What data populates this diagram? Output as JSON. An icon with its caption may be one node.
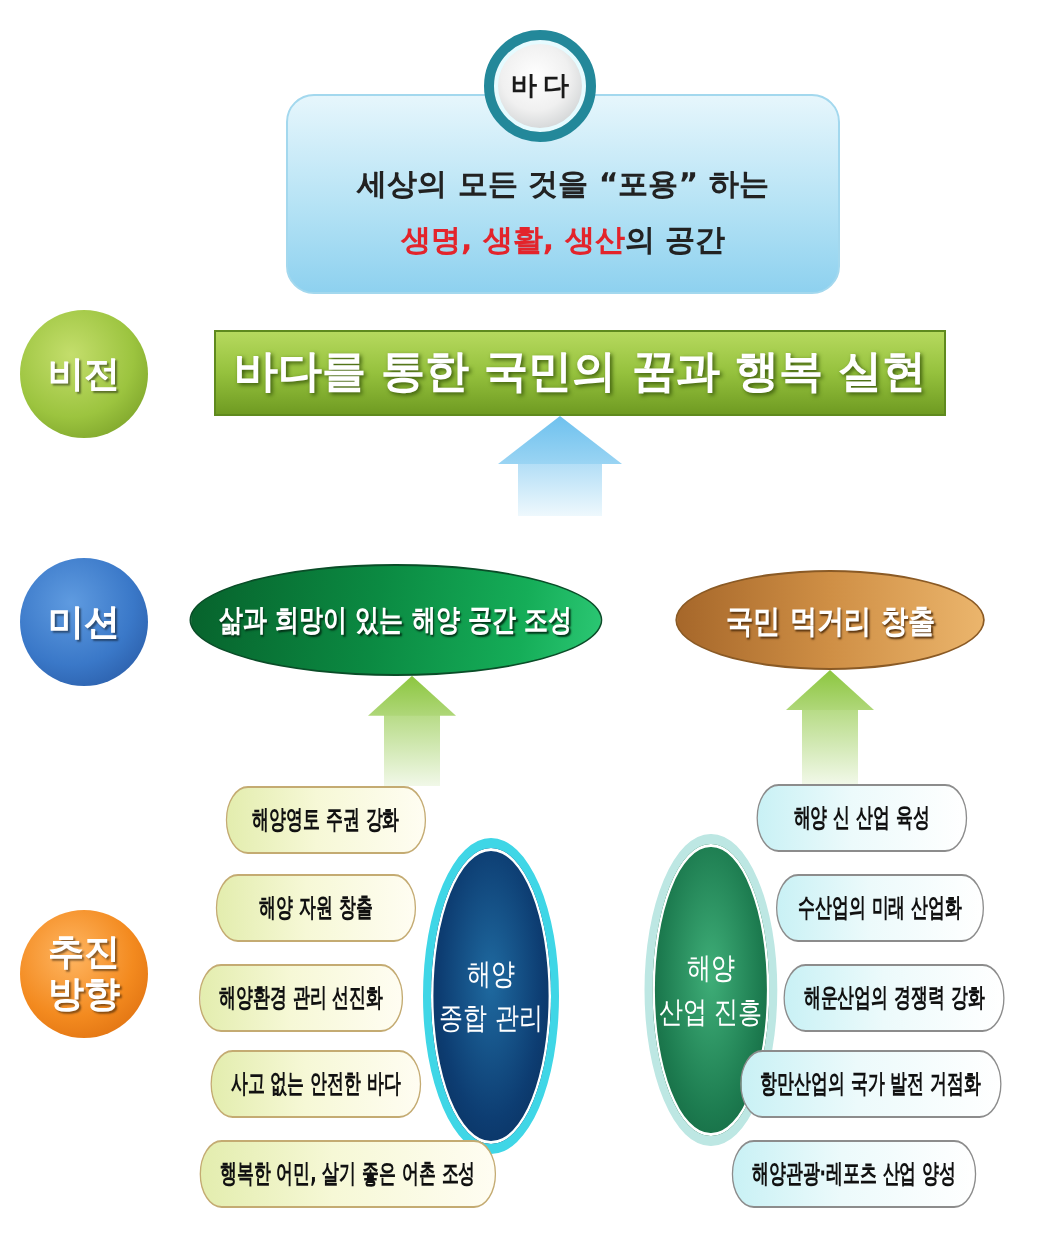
{
  "diagram": {
    "nodes": [
      {
        "text": [
          "바다"
        ]
      },
      {
        "text": [
          "세상의 모든 것을 “포용” 하는 **생명, 생활, 생산**의 공간"
        ]
      },
      {
        "text": [
          "비전"
        ]
      },
      {
        "text": [
          "바다를 통한 국민의 꿈과 행복 실현"
        ]
      },
      {
        "text": [
          "미션"
        ]
      },
      {
        "text": [
          "삶과 희망이 있는 해양 공간 조성"
        ]
      },
      {
        "text": [
          "국민 먹거리 창출"
        ]
      },
      {
        "text": [
          "추진 방향"
        ]
      },
      {
        "text": [
          "해양 종합 관리"
        ]
      },
      {
        "text": [
          "해양영토 주권 강화"
        ]
      },
      {
        "text": [
          "해양 자원 창출"
        ]
      },
      {
        "text": [
          "해양환경 관리 선진화"
        ]
      },
      {
        "text": [
          "사고 없는 안전한 바다"
        ]
      },
      {
        "text": [
          "행복한 어민, 살기 좋은 어촌 조성"
        ]
      },
      {
        "text": [
          "해양 산업 진흥"
        ]
      },
      {
        "text": [
          "해양 신 산업 육성"
        ]
      },
      {
        "text": [
          "수산업의 미래 산업화"
        ]
      },
      {
        "text": [
          "해운산업의 경쟁력 강화"
        ]
      },
      {
        "text": [
          "항만산업의 국가 발전 거점화"
        ]
      },
      {
        "text": [
          "해양관광·레포츠 산업 양성"
        ]
      }
    ],
    "edges": [
      {
        "from": null,
        "to": 3,
        "arrow": "to",
        "color": "#6ec1ee"
      },
      {
        "from": 9,
        "to": 5,
        "arrow": "to"
      },
      {
        "from": 15,
        "to": 6,
        "arrow": "to"
      }
    ]
  }
}
